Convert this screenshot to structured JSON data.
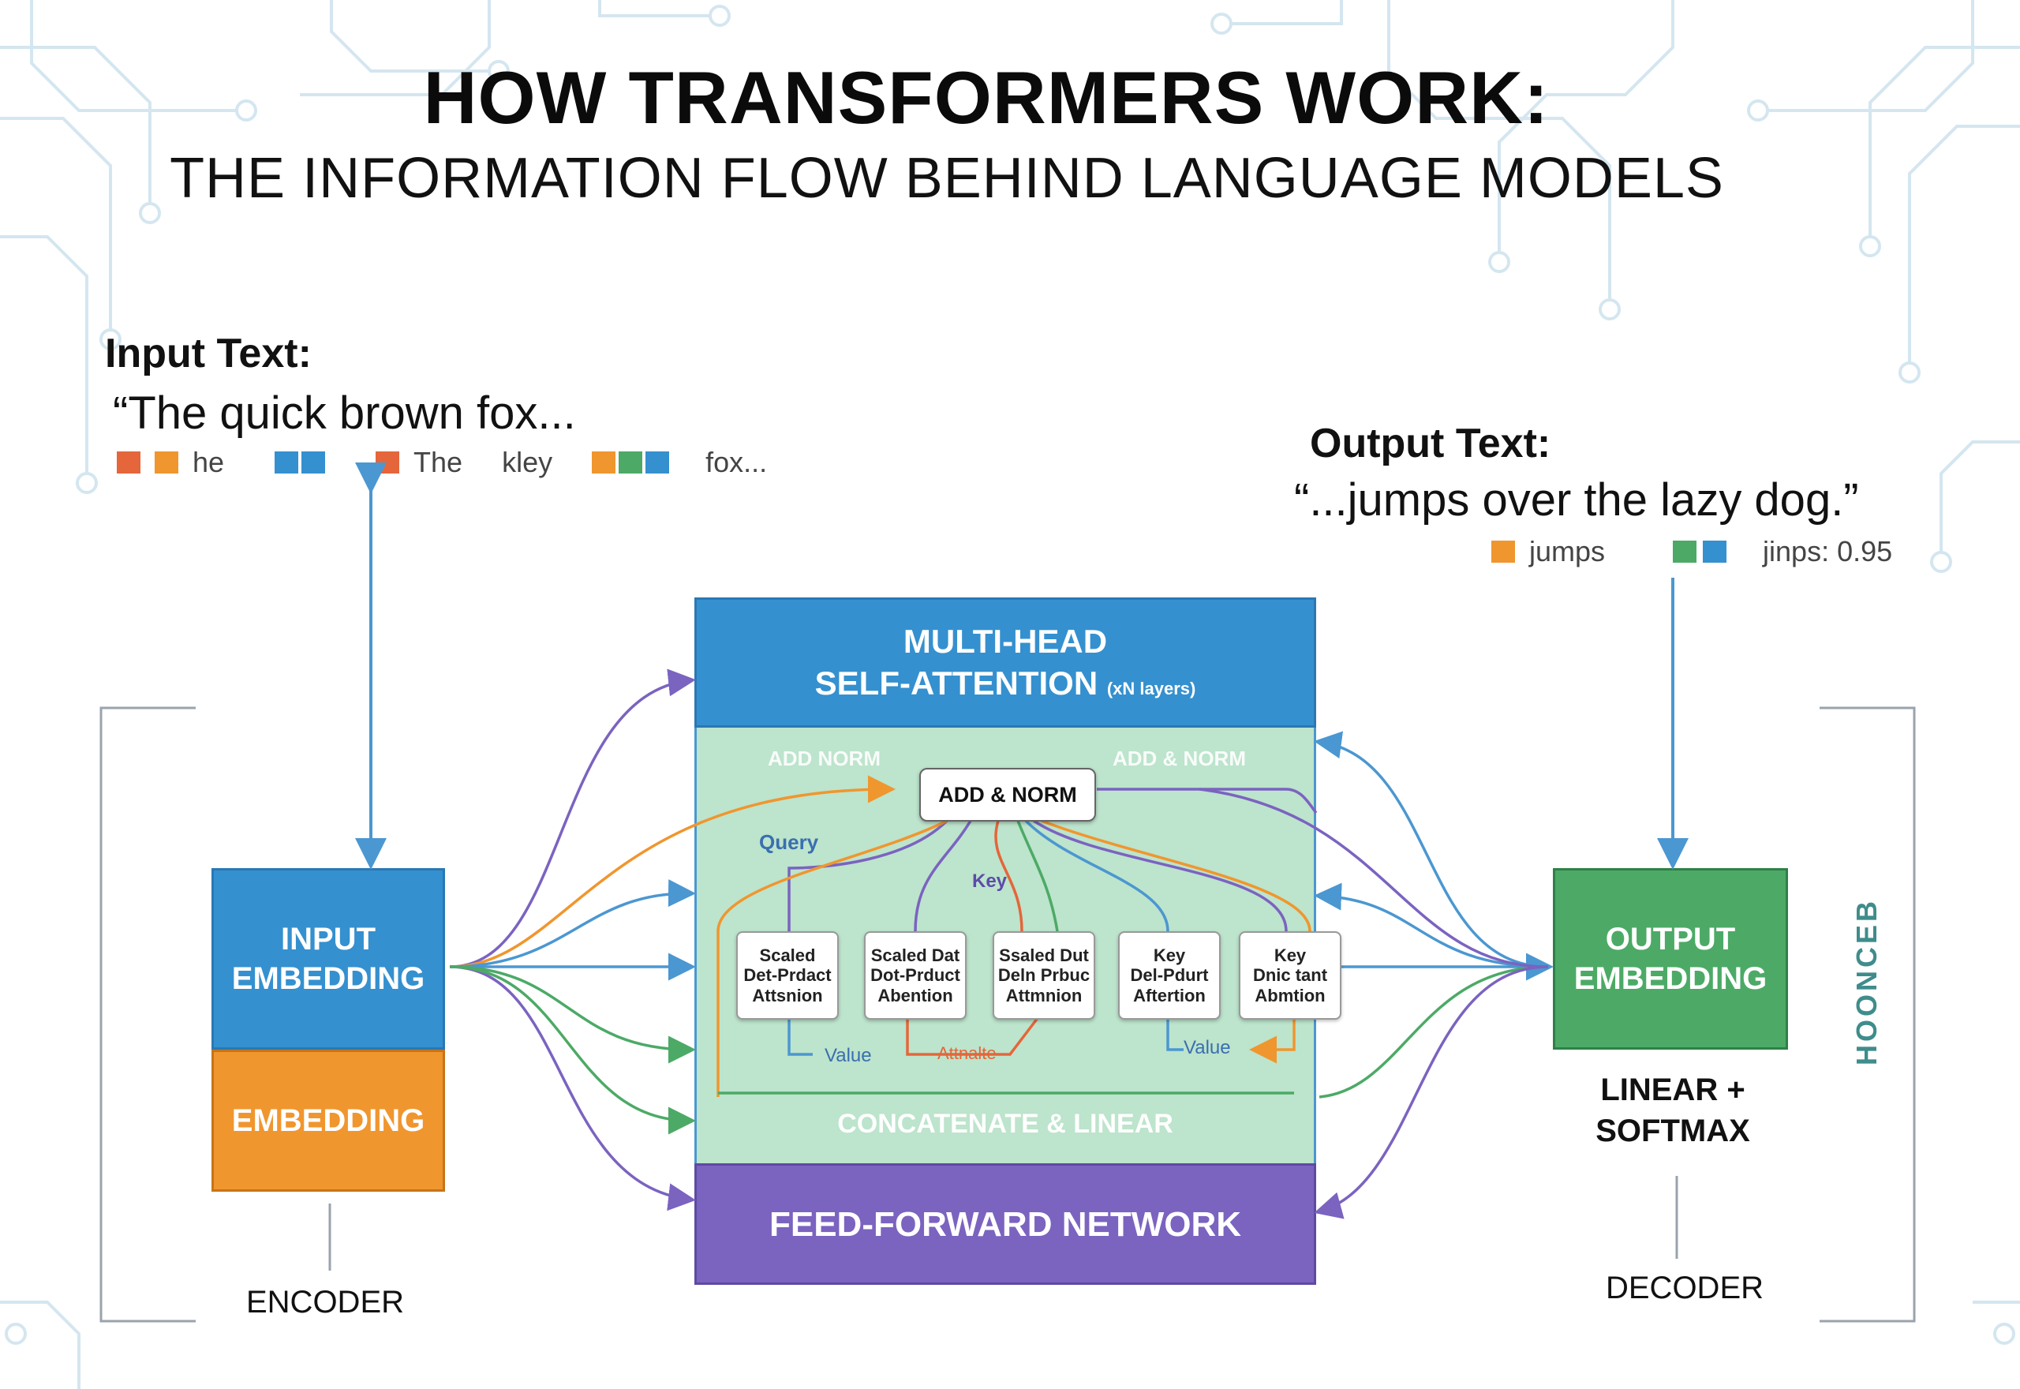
{
  "header": {
    "title": "HOW TRANSFORMERS WORK:",
    "subtitle": "THE INFORMATION FLOW BEHIND LANGUAGE MODELS"
  },
  "input": {
    "label": "Input Text:",
    "quote": "“The quick brown fox...",
    "tokens": [
      "he",
      "The",
      "kley",
      "fox..."
    ]
  },
  "output": {
    "label": "Output Text:",
    "quote": "“...jumps over the lazy dog.”",
    "tokens": [
      "jumps",
      "jinps: 0.95"
    ]
  },
  "blocks": {
    "mhsa_line1": "MULTI-HEAD",
    "mhsa_line2": "SELF-ATTENTION",
    "mhsa_note": "(xN layers)",
    "add_norm_left": "ADD NORM",
    "add_norm_right": "ADD & NORM",
    "add_norm_box": "ADD & NORM",
    "query": "Query",
    "key": "Key",
    "value_left": "Value",
    "value_mid": "Attnalte",
    "value_right": "Value",
    "concat": "CONCATENATE & LINEAR",
    "ffn": "FEED-FORWARD NETWORK",
    "input_embedding_1": "INPUT",
    "input_embedding_2": "EMBEDDING",
    "embedding": "EMBEDDING",
    "output_embedding_1": "OUTPUT",
    "output_embedding_2": "EMBEDDING",
    "linear_1": "LINEAR +",
    "linear_2": "SOFTMAX",
    "encoder": "ENCODER",
    "decoder": "DECODER",
    "side_label": "HOONCEB"
  },
  "heads": [
    [
      "Scaled",
      "Det-Prdact",
      "Attsnion"
    ],
    [
      "Scaled Dat",
      "Dot-Prduct",
      "Abention"
    ],
    [
      "Ssaled Dut",
      "Deln Prbuc",
      "Attmnion"
    ],
    [
      "Key",
      "Del-Pdurt",
      "Aftertion"
    ],
    [
      "Key",
      "Dnic tant",
      "Abmtion"
    ]
  ],
  "colors": {
    "blue": "#3590cf",
    "orange": "#f0962e",
    "green": "#4caa66",
    "purple": "#7b63c0",
    "mint": "#bde4cc",
    "arrow_blue": "#4b97d1"
  }
}
